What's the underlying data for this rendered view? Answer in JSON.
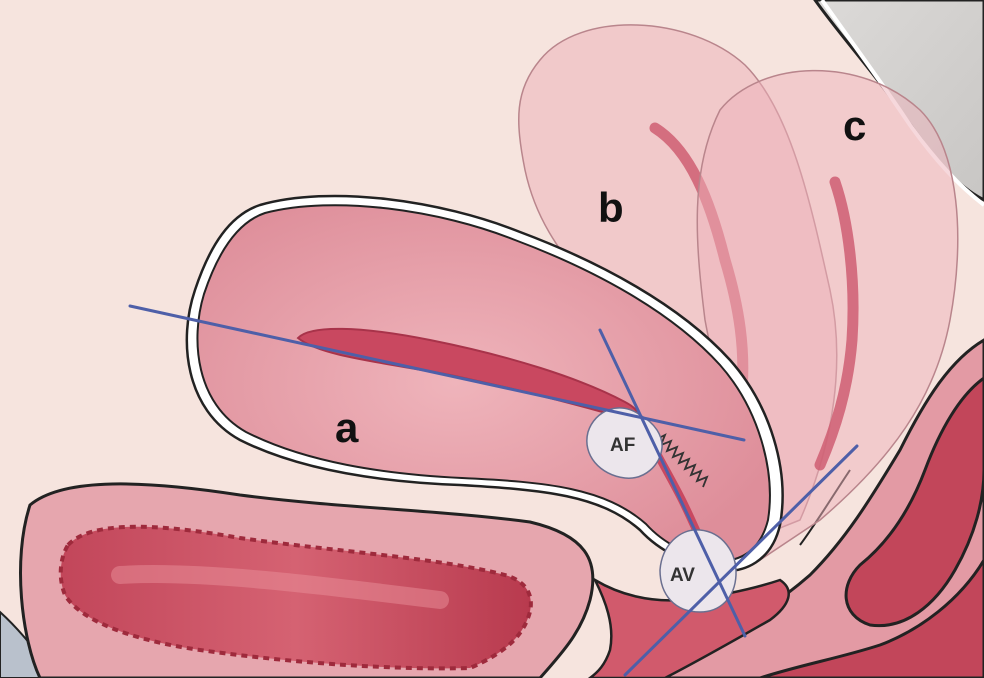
{
  "labels": {
    "a": "a",
    "b": "b",
    "c": "c",
    "af": "AF",
    "av": "AV"
  },
  "colors": {
    "background": "#F6E4DE",
    "tissue": "#E8A5AE",
    "tissue_light": "#F2C2C6",
    "cavity": "#C94860",
    "bowel_dark": "#B63748",
    "axis_line": "#4E5FA8",
    "outline": "#222222"
  }
}
